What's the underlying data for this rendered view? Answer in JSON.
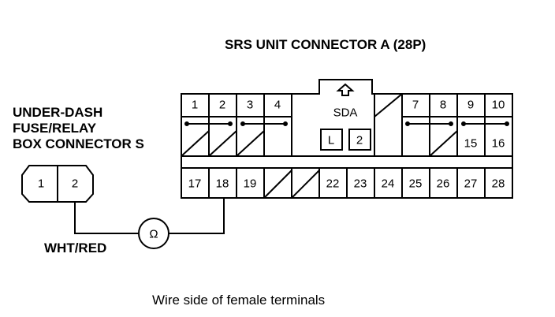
{
  "title": "SRS UNIT CONNECTOR A (28P)",
  "left_connector": {
    "label_lines": [
      "UNDER-DASH",
      "FUSE/RELAY",
      "BOX CONNECTOR S"
    ],
    "pins": [
      "1",
      "2"
    ]
  },
  "srs_connector": {
    "top_row_left": [
      "1",
      "2",
      "3",
      "4"
    ],
    "top_row_right": [
      "7",
      "8",
      "9",
      "10"
    ],
    "middle_row_right": [
      "15",
      "16"
    ],
    "bottom_row": [
      "17",
      "18",
      "19",
      "",
      "",
      "22",
      "23",
      "24",
      "25",
      "26",
      "27",
      "28"
    ],
    "center_label": "SDA",
    "center_boxes": [
      "L",
      "2"
    ]
  },
  "wire_label": "WHT/RED",
  "meter_symbol": "Ω",
  "caption": "Wire side of female terminals"
}
